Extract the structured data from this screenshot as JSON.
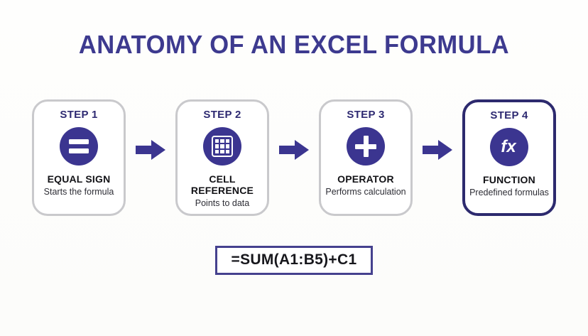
{
  "page": {
    "title": "ANATOMY OF AN EXCEL FORMULA"
  },
  "steps": [
    {
      "step_label": "STEP 1",
      "icon": "equals-icon",
      "title": "EQUAL SIGN",
      "caption": "Starts the formula",
      "highlighted": false
    },
    {
      "step_label": "STEP 2",
      "icon": "grid-icon",
      "title": "CELL REFERENCE",
      "caption": "Points to data",
      "highlighted": false
    },
    {
      "step_label": "STEP 3",
      "icon": "plus-icon",
      "title": "OPERATOR",
      "caption": "Performs calculation",
      "highlighted": false
    },
    {
      "step_label": "STEP 4",
      "icon": "fx-icon",
      "title": "FUNCTION",
      "caption": "Predefined formulas",
      "highlighted": true,
      "fx_label": "fx"
    }
  ],
  "formula": {
    "text": "=SUM(A1:B5)+C1"
  },
  "colors": {
    "accent": "#3b3590",
    "title_text": "#3d3a8f",
    "card_border": "#c9c9cc",
    "highlight_border": "#2d2a6e",
    "arrow": "#3b3590",
    "formula_border": "#45418e",
    "dark_text": "#17171c"
  }
}
